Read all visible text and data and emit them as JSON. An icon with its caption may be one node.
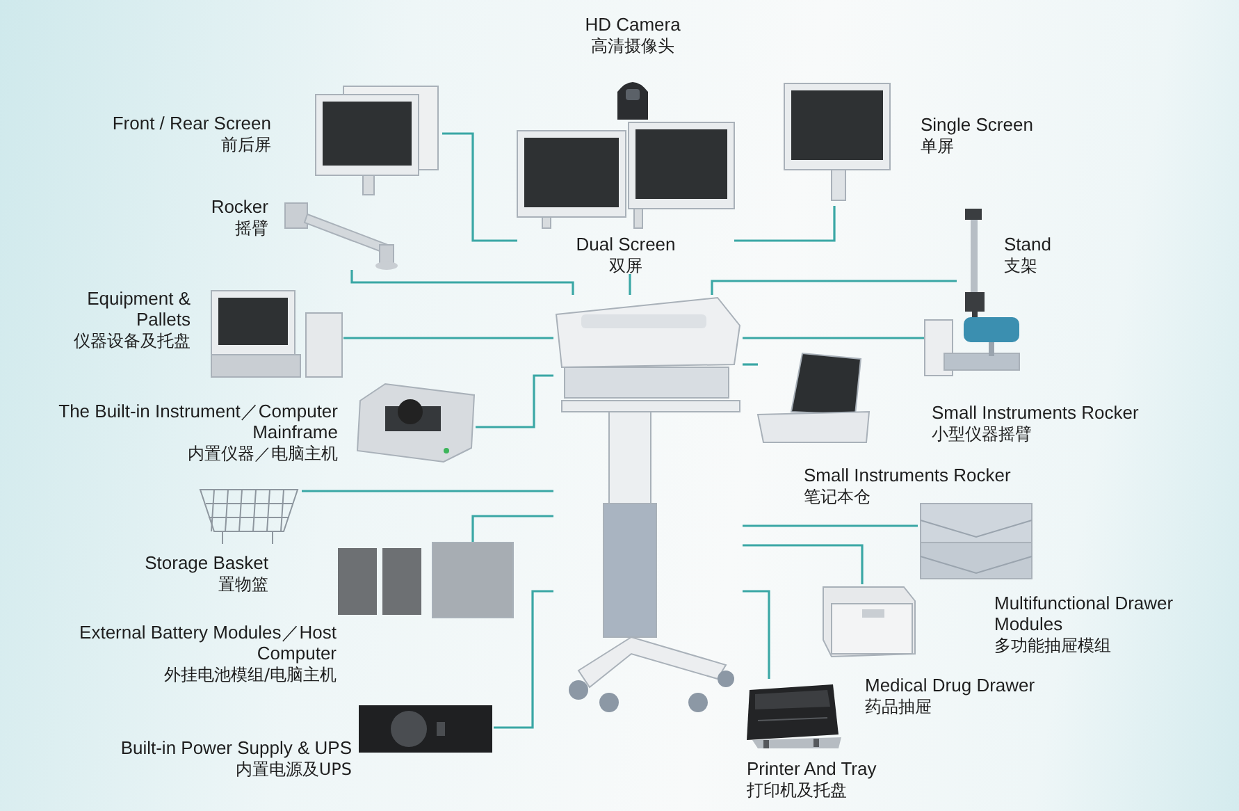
{
  "diagram": {
    "nodes": [
      {
        "text": [],
        "shape": "picture",
        "beside": [
          "HD Camera",
          "高清摄像头"
        ]
      },
      {
        "text": [],
        "shape": "picture",
        "beside": [
          "Front / Rear Screen",
          "前后屏"
        ]
      },
      {
        "text": [
          "Dual Screen",
          "双屏"
        ]
      },
      {
        "text": [],
        "shape": "picture",
        "beside": [
          "Single Screen",
          "单屏"
        ]
      },
      {
        "text": [],
        "shape": "picture",
        "beside": [
          "Rocker",
          "摇臂"
        ]
      },
      {
        "text": [],
        "shape": "picture",
        "beside": [
          "Stand",
          "支架"
        ]
      },
      {
        "text": [],
        "shape": "picture",
        "beside": [
          "Equipment & Pallets",
          "仪器设备及托盘"
        ]
      },
      {
        "text": [],
        "shape": "picture"
      },
      {
        "text": [],
        "shape": "picture",
        "beside": [
          "The Built-in Instrument／Computer Mainframe",
          "内置仪器／电脑主机"
        ]
      },
      {
        "text": [],
        "shape": "picture",
        "beside": [
          "Small Instruments Rocker",
          "小型仪器摇臂"
        ]
      },
      {
        "text": [],
        "shape": "picture",
        "beside": [
          "Small Instruments Rocker",
          "笔记本仓"
        ]
      },
      {
        "text": [],
        "shape": "picture",
        "beside": [
          "Storage Basket",
          "置物篮"
        ]
      },
      {
        "text": [],
        "shape": "picture",
        "beside": [
          "Multifunctional Drawer Modules",
          "多功能抽屉模组"
        ]
      },
      {
        "text": [],
        "shape": "picture",
        "beside": [
          "External Battery Modules／Host Computer",
          "外挂电池模组/电脑主机"
        ]
      },
      {
        "text": [],
        "shape": "picture",
        "beside": [
          "Medical Drug Drawer",
          "药品抽屉"
        ]
      },
      {
        "text": [],
        "shape": "picture",
        "beside": [
          "Built-in Power Supply & UPS",
          "内置电源及UPS"
        ]
      },
      {
        "text": [],
        "shape": "picture",
        "beside": [
          "Printer And Tray",
          "打印机及托盘"
        ]
      }
    ],
    "edges": [
      {
        "from": 1,
        "to": 2,
        "arrow": "none"
      },
      {
        "from": 3,
        "to": 2,
        "arrow": "none"
      },
      {
        "from": 2,
        "to": 7,
        "arrow": "none"
      },
      {
        "from": 4,
        "to": 7,
        "arrow": "none"
      },
      {
        "from": 5,
        "to": 7,
        "arrow": "none"
      },
      {
        "from": 6,
        "to": 7,
        "arrow": "none"
      },
      {
        "from": 8,
        "to": 7,
        "arrow": "none"
      },
      {
        "from": 9,
        "to": 7,
        "arrow": "none"
      },
      {
        "from": 10,
        "to": 7,
        "arrow": "none"
      },
      {
        "from": 11,
        "to": 7,
        "arrow": "none"
      },
      {
        "from": 12,
        "to": 7,
        "arrow": "none"
      },
      {
        "from": 13,
        "to": 7,
        "arrow": "none"
      },
      {
        "from": 14,
        "to": 7,
        "arrow": "none"
      },
      {
        "from": 15,
        "to": 7,
        "arrow": "none"
      },
      {
        "from": 16,
        "to": 7,
        "arrow": "none"
      }
    ]
  }
}
